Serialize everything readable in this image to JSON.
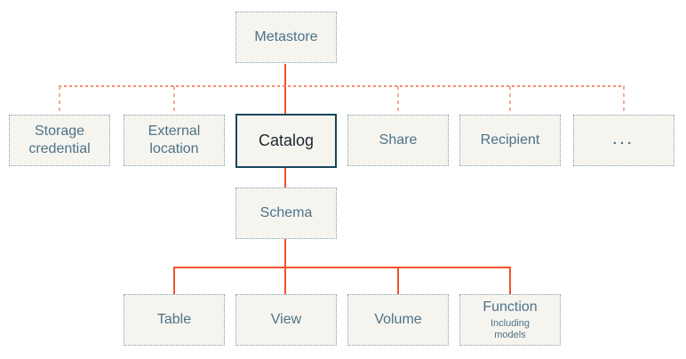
{
  "diagram": {
    "type": "hierarchy",
    "nodes": {
      "metastore": {
        "label": "Metastore"
      },
      "storage_credential": {
        "label": "Storage credential"
      },
      "external_location": {
        "label": "External location"
      },
      "catalog": {
        "label": "Catalog"
      },
      "share": {
        "label": "Share"
      },
      "recipient": {
        "label": "Recipient"
      },
      "ellipsis": {
        "label": "..."
      },
      "schema": {
        "label": "Schema"
      },
      "table": {
        "label": "Table"
      },
      "view": {
        "label": "View"
      },
      "volume": {
        "label": "Volume"
      },
      "function": {
        "label": "Function",
        "sublabel": "Including models"
      }
    },
    "colors": {
      "box_fill": "#F6F4EF",
      "box_dotted_border": "#7FA0AD",
      "box_text": "#4C7389",
      "catalog_border": "#16455A",
      "catalog_text": "#1C2630",
      "solid_connector": "#F4512C",
      "dashed_connector": "#F5AB97"
    }
  }
}
